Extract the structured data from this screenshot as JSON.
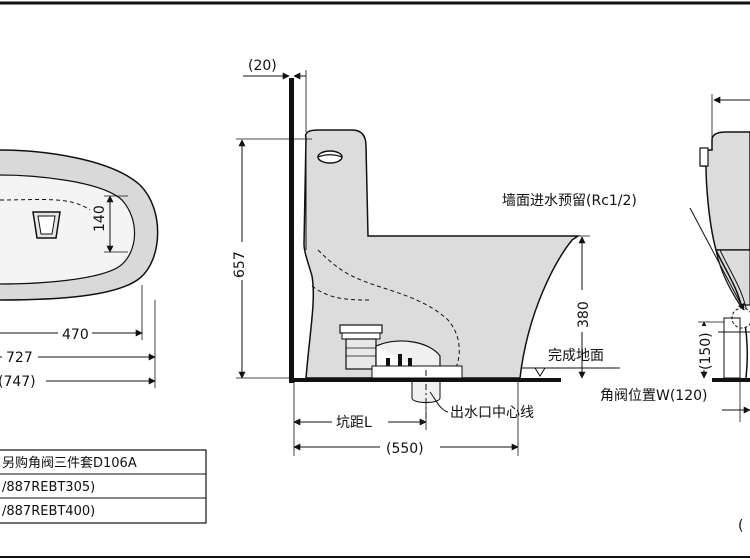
{
  "dimensions": {
    "plan_140": "140",
    "plan_470": "470",
    "plan_727": "727",
    "plan_747": "(747)",
    "wall_gap_20": "(20)",
    "height_657": "657",
    "height_380": "380",
    "rough_in_550": "(550)",
    "valve_height_150": "(150)"
  },
  "labels": {
    "wall_inlet": "墙面进水预留(Rc1/2)",
    "finished_floor": "完成地面",
    "rough_in": "坑距L",
    "outlet_centerline": "出水口中心线",
    "angle_valve_position": "角阀位置W(120)"
  },
  "table": {
    "rows": [
      "另购角阀三件套D106A",
      "/887REBT305)",
      "/887REBT400)"
    ]
  },
  "corner_mark": "("
}
